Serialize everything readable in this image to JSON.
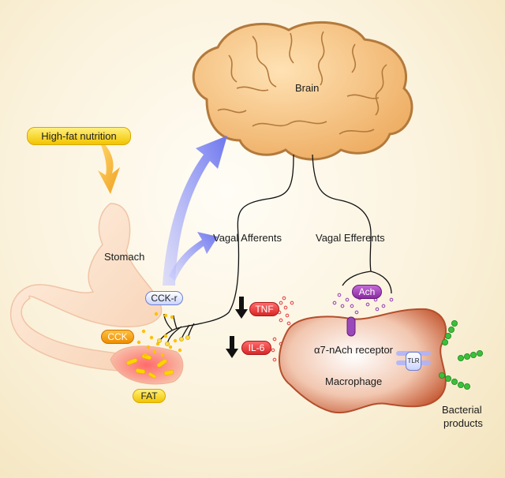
{
  "labels": {
    "brain": "Brain",
    "high_fat": "High-fat nutrition",
    "stomach": "Stomach",
    "vagal_afferents": "Vagal Afferents",
    "vagal_efferents": "Vagal Efferents",
    "cck_r": "CCK-r",
    "cck": "CCK",
    "fat": "FAT",
    "tnf": "TNF",
    "il6": "IL-6",
    "ach": "Ach",
    "receptor": "α7-nAch receptor",
    "macrophage": "Macrophage",
    "tlr": "TLR",
    "bacterial_line1": "Bacterial",
    "bacterial_line2": "products"
  },
  "colors": {
    "brain_fill": "#f5c488",
    "brain_stroke": "#b37a3c",
    "macrophage": "#c8603a",
    "arrow_blue": "#7b82ea",
    "arrow_orange": "#f0a020",
    "dots_yellow": "#ffc000",
    "dots_red": "#e84848",
    "dots_purple": "#9a4ab8",
    "bacteria": "#3cbf3c"
  }
}
